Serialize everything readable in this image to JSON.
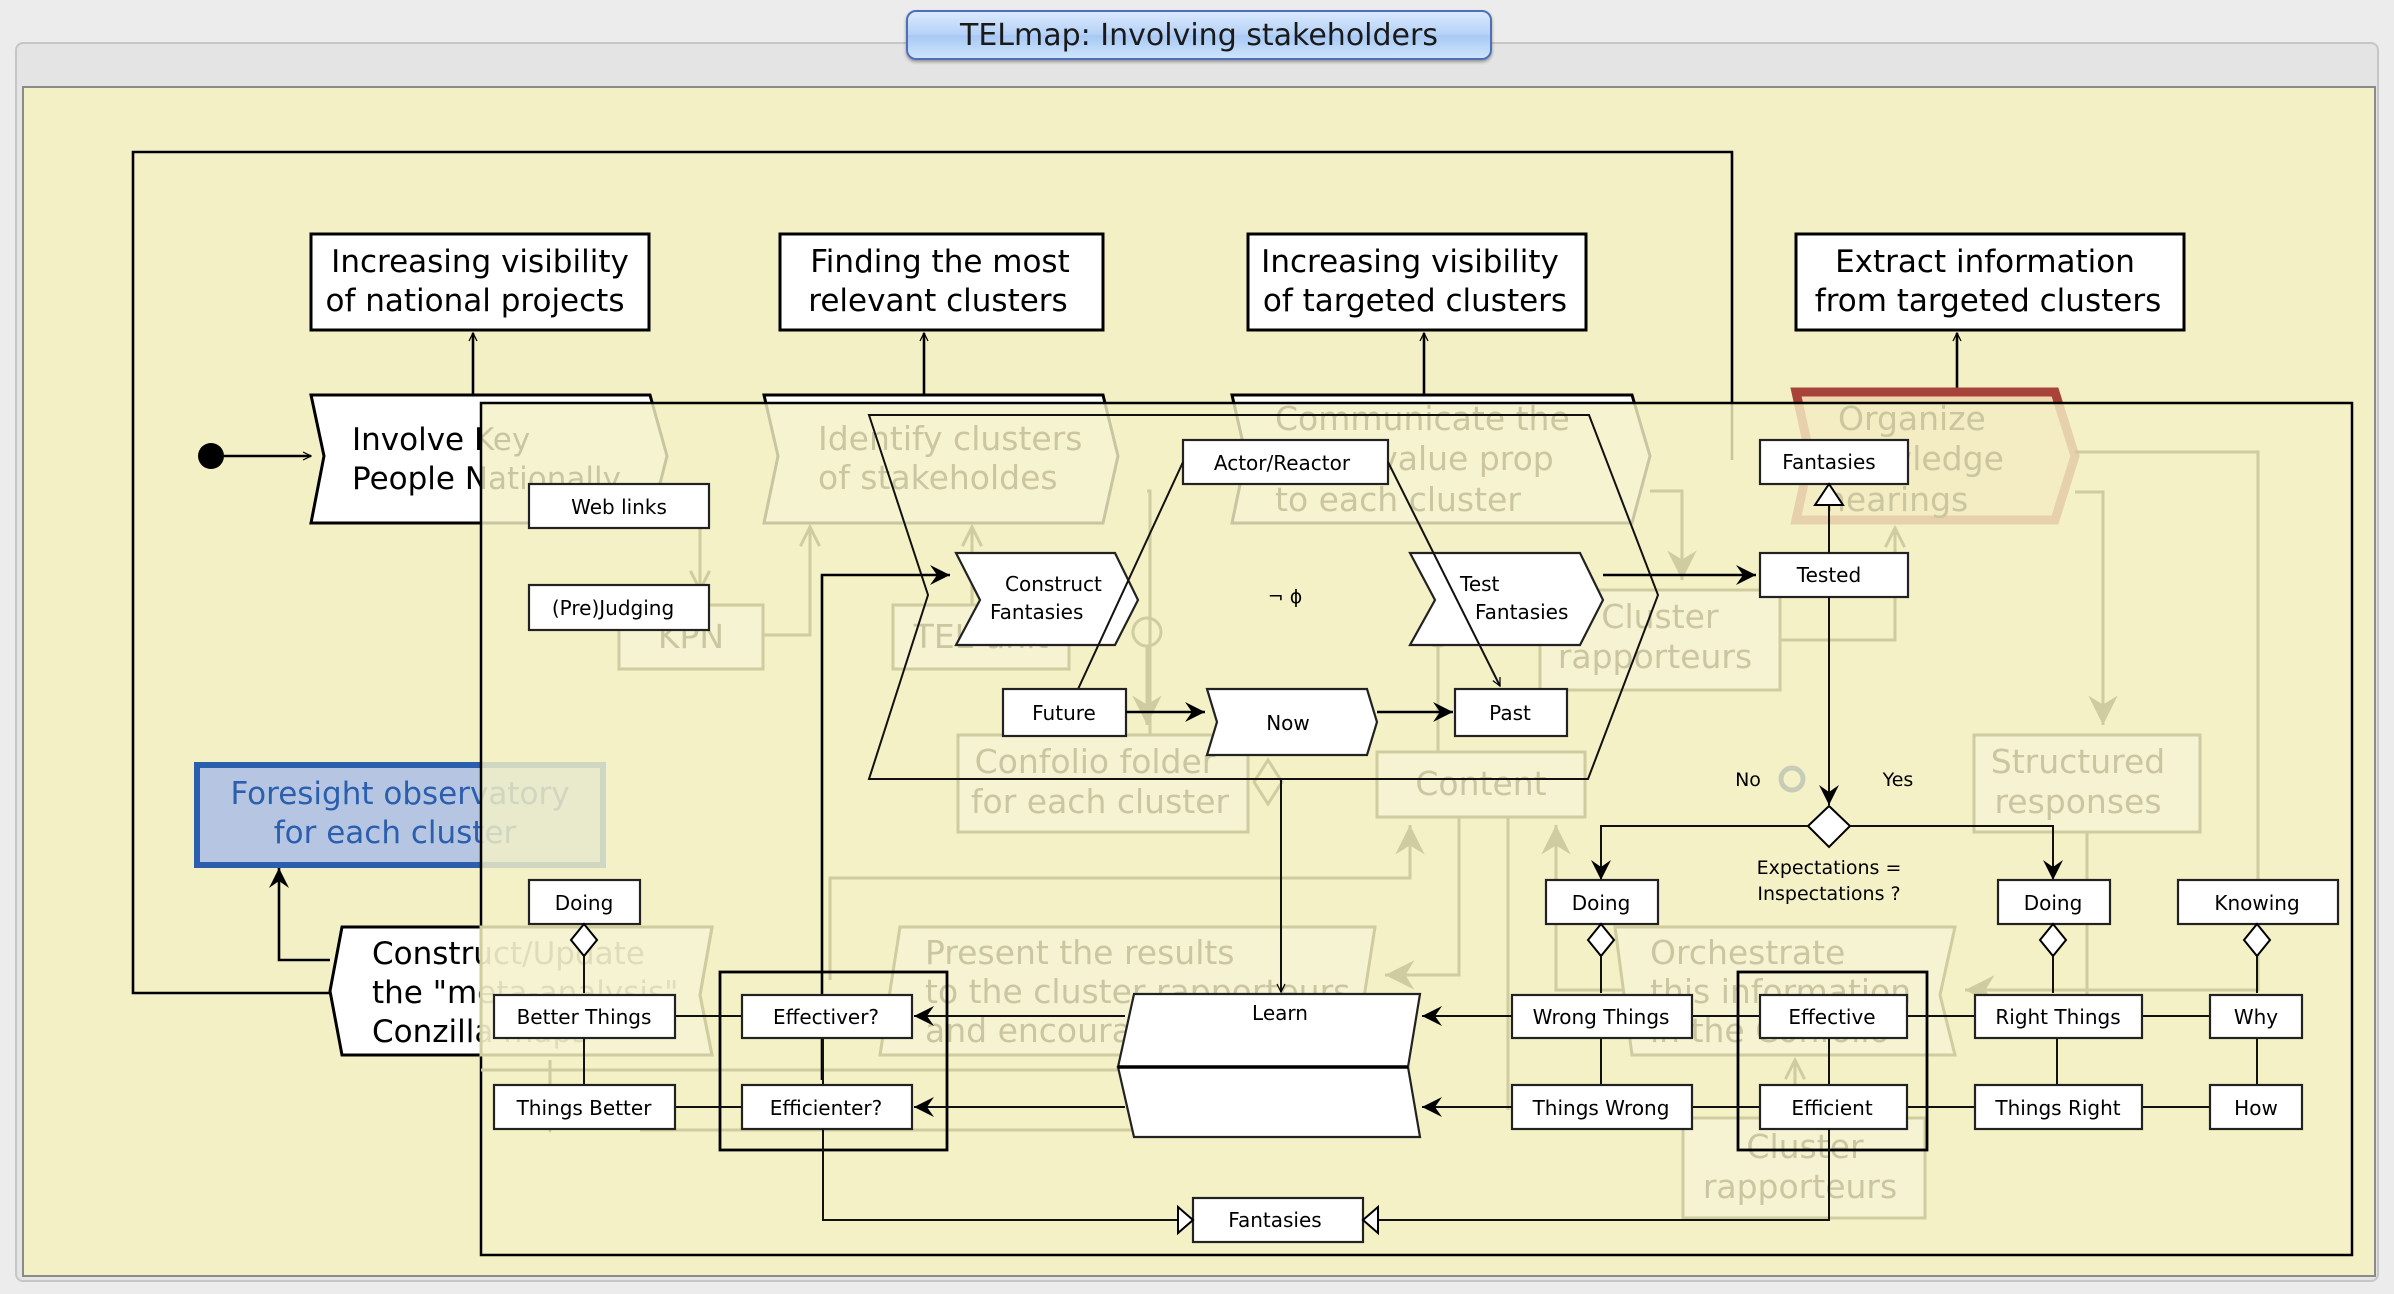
{
  "window": {
    "title": "TELmap: Involving stakeholders"
  },
  "colors": {
    "canvas_bg": "#f4f0c6",
    "highlight_blue": "#2b5fae",
    "highlight_blue_fill": "#b6c6e2",
    "highlight_red": "#a8433b"
  },
  "background_map": {
    "goals": [
      [
        "Increasing visibility",
        "of national projects"
      ],
      [
        "Finding the most",
        "relevant clusters"
      ],
      [
        "Increasing visibility",
        "of targeted clusters"
      ],
      [
        "Extract information",
        "from targeted clusters"
      ]
    ],
    "activities": {
      "involve": [
        "Involve Key",
        "People Nationally"
      ],
      "identify": [
        "Identify clusters",
        "of stakeholdes"
      ],
      "communicate": [
        "Communicate the",
        "TELmap value prop",
        "to each cluster"
      ],
      "organize": [
        "Organize",
        "knowledge",
        "hearings"
      ],
      "construct_update": [
        "Construct/Update",
        "the \"meta-analysis\"",
        "Conzilla maps"
      ],
      "present": [
        "Present the results",
        "to the cluster rapporteurs",
        "and encourage"
      ],
      "orchestrate": [
        "Orchestrate",
        "this information",
        "in the Confolio"
      ]
    },
    "resources": {
      "kpn": "KPN",
      "tel_unit": "TEL-unit",
      "cluster_rapporteurs_top": [
        "Cluster",
        "rapporteurs"
      ],
      "confolio_folder": [
        "Confolio folder",
        "for each cluster"
      ],
      "content": "Content",
      "structured_responses": [
        "Structured",
        "responses"
      ],
      "cluster_rapporteurs_bottom": [
        "Cluster",
        "rapporteurs"
      ]
    },
    "foresight": [
      "Foresight observatory",
      "for each cluster"
    ]
  },
  "overlay_map": {
    "web_links": "Web links",
    "prejudging": "(Pre)Judging",
    "actor_reactor": "Actor/Reactor",
    "construct_fantasies": [
      "Construct",
      "Fantasies"
    ],
    "test_fantasies": [
      "Test",
      "Fantasies"
    ],
    "negation_symbol": "¬ ϕ",
    "future": "Future",
    "now": "Now",
    "past": "Past",
    "fantasies_top": "Fantasies",
    "tested": "Tested",
    "decision": {
      "no": "No",
      "yes": "Yes",
      "question": [
        "Expectations =",
        "Inspectations ?"
      ]
    },
    "doing_left": "Doing",
    "doing_mid": "Doing",
    "doing_right": "Doing",
    "knowing": "Knowing",
    "better_things": "Better Things",
    "things_better": "Things Better",
    "effectiver": "Effectiver?",
    "efficienter": "Efficienter?",
    "learn": "Learn",
    "wrong_things": "Wrong Things",
    "things_wrong": "Things Wrong",
    "effective": "Effective",
    "efficient": "Efficient",
    "right_things": "Right Things",
    "things_right": "Things Right",
    "why": "Why",
    "how": "How",
    "fantasies_bottom": "Fantasies"
  }
}
